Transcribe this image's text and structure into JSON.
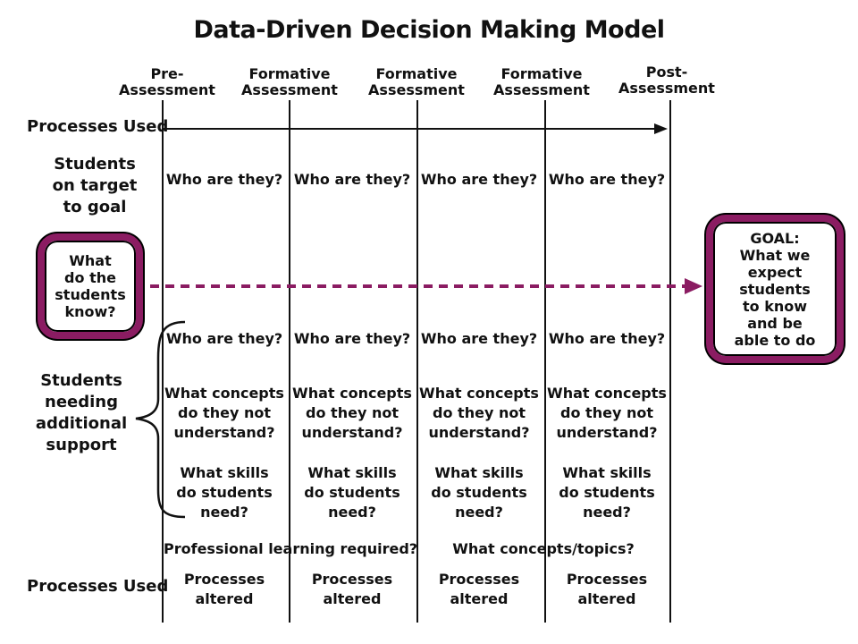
{
  "title": "Data-Driven Decision Making Model",
  "stages": [
    "Pre-\nAssessment",
    "Formative\nAssessment",
    "Formative\nAssessment",
    "Formative\nAssessment",
    "Post-\nAssessment"
  ],
  "rows": {
    "processes_top": "Processes Used",
    "on_target": "Students\non target\nto goal",
    "needing_support": "Students\nneeding\nadditional\nsupport",
    "processes_bottom": "Processes Used"
  },
  "left_box": "What\ndo the\nstudents\nknow?",
  "goal_box": "GOAL:\nWhat we\nexpect\nstudents\nto know\nand be\nable to do",
  "columns": [
    {
      "on_target_who": "Who are they?",
      "support_who": "Who are they?",
      "concepts": "What concepts\ndo they not\nunderstand?",
      "skills": "What skills\ndo students\nneed?",
      "altered": "Processes\naltered"
    },
    {
      "on_target_who": "Who are they?",
      "support_who": "Who are they?",
      "concepts": "What concepts\ndo they not\nunderstand?",
      "skills": "What skills\ndo students\nneed?",
      "altered": "Processes\naltered"
    },
    {
      "on_target_who": "Who are they?",
      "support_who": "Who are they?",
      "concepts": "What concepts\ndo they not\nunderstand?",
      "skills": "What skills\ndo students\nneed?",
      "altered": "Processes\naltered"
    },
    {
      "on_target_who": "Who are they?",
      "support_who": "Who are they?",
      "concepts": "What concepts\ndo they not\nunderstand?",
      "skills": "What skills\ndo students\nneed?",
      "altered": "Processes\naltered"
    }
  ],
  "notes": {
    "professional_learning": "Professional learning required?",
    "concepts_topics": "What concepts/topics?"
  },
  "colors": {
    "accent": "#8b1c62",
    "line": "#111111"
  }
}
